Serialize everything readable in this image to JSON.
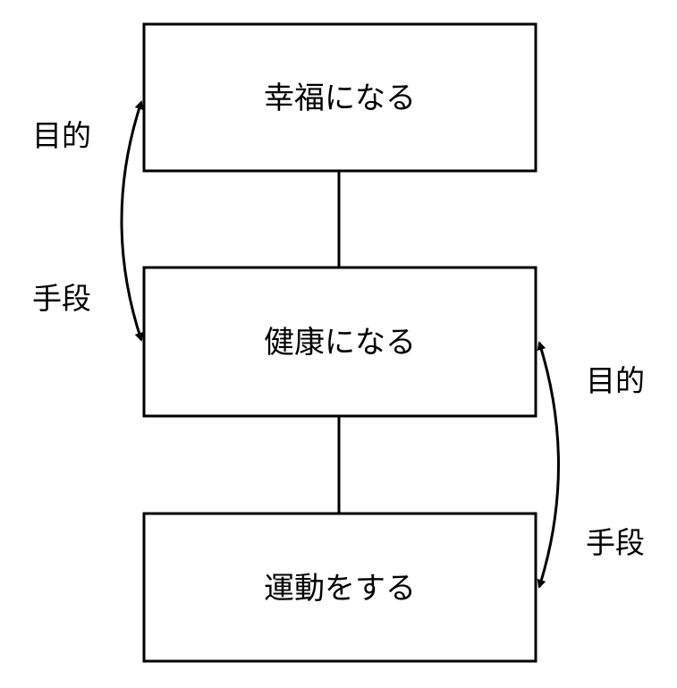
{
  "boxes": {
    "top": "幸福になる",
    "middle": "健康になる",
    "bottom": "運動をする"
  },
  "relations": {
    "upper": {
      "end_label": "目的",
      "means_label": "手段"
    },
    "lower": {
      "end_label": "目的",
      "means_label": "手段"
    }
  },
  "colors": {
    "line": "#000000",
    "background": "#ffffff"
  }
}
